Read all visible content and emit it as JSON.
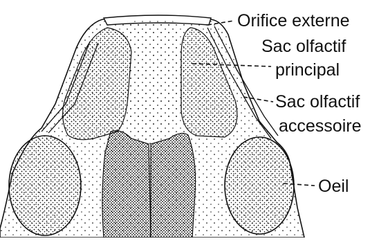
{
  "figure": {
    "labels": {
      "external_orifice": "Orifice externe",
      "main_sac_line1": "Sac olfactif",
      "main_sac_line2": "principal",
      "accessory_sac_line1": "Sac olfactif",
      "accessory_sac_line2": "accessoire",
      "eye": "Oeil"
    },
    "colors": {
      "ink": "#111111",
      "paper": "#ffffff"
    }
  }
}
